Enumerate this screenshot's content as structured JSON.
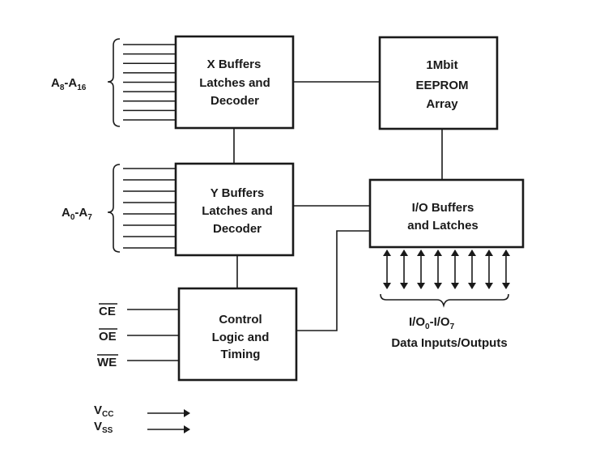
{
  "blocks": {
    "x_decoder": [
      "X Buffers",
      "Latches and",
      "Decoder"
    ],
    "y_decoder": [
      "Y Buffers",
      "Latches and",
      "Decoder"
    ],
    "eeprom": [
      "1Mbit",
      "EEPROM",
      "Array"
    ],
    "io": [
      "I/O Buffers",
      "and Latches"
    ],
    "control": [
      "Control",
      "Logic and",
      "Timing"
    ]
  },
  "inputs": {
    "high_address": {
      "base": "A",
      "from_sub": "8",
      "sep": "-A",
      "to_sub": "16",
      "line_count": 9
    },
    "low_address": {
      "base": "A",
      "from_sub": "0",
      "sep": "-A",
      "to_sub": "7",
      "line_count": 8
    },
    "control_signals": [
      {
        "name": "CE",
        "active_low": true
      },
      {
        "name": "OE",
        "active_low": true
      },
      {
        "name": "WE",
        "active_low": true
      }
    ],
    "power": [
      {
        "base": "V",
        "sub": "CC"
      },
      {
        "base": "V",
        "sub": "SS"
      }
    ]
  },
  "io_bus": {
    "line_count": 8,
    "label_base1": "I/O",
    "label_sub1": "0",
    "label_sep": "-I/O",
    "label_sub2": "7",
    "caption": "Data Inputs/Outputs"
  }
}
